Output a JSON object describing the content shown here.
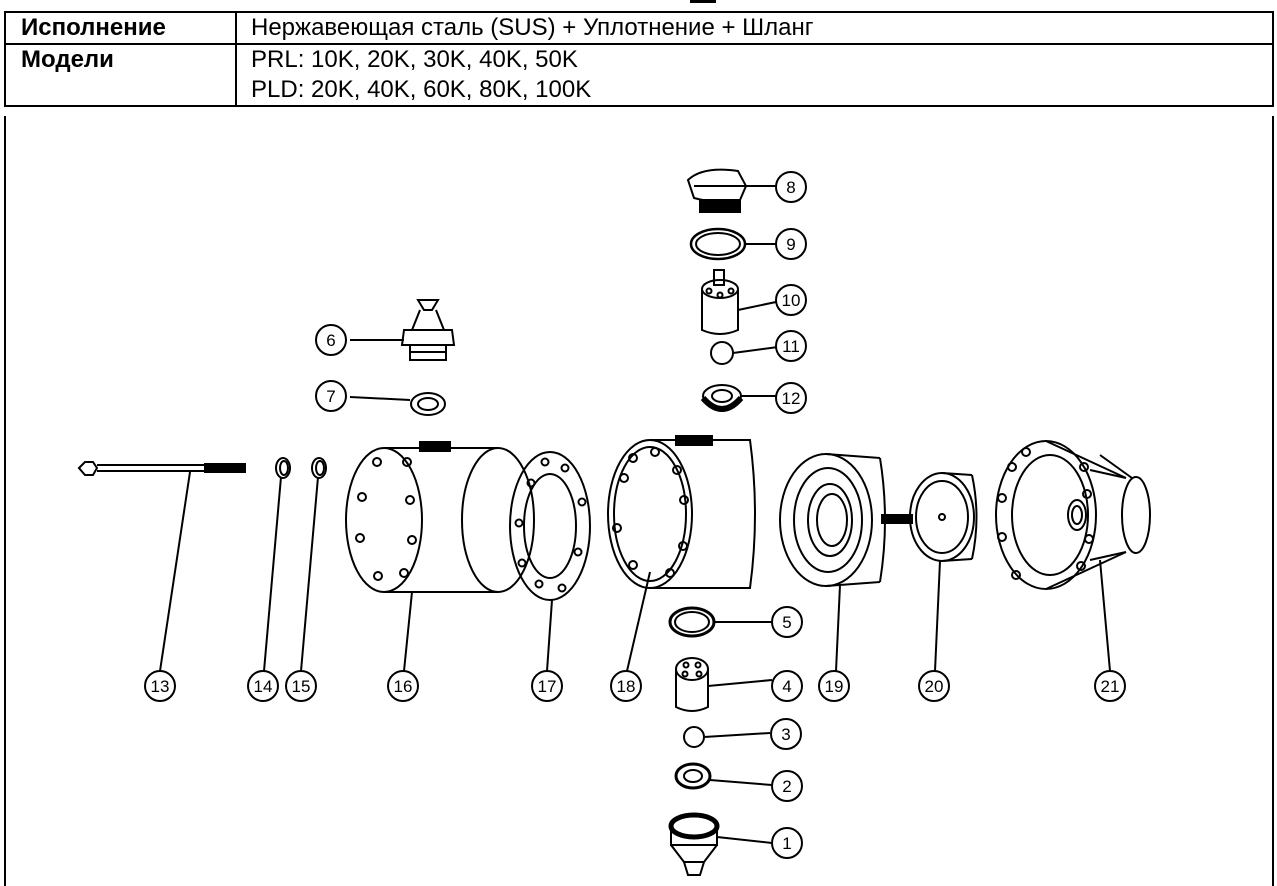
{
  "spec_table": {
    "rows": [
      {
        "label": "Исполнение",
        "lines": [
          "Нержавеющая сталь (SUS) + Уплотнение + Шланг"
        ]
      },
      {
        "label": "Модели",
        "lines": [
          "PRL: 10K, 20K, 30K, 40K, 50K",
          "PLD: 20K, 40K, 60K, 80K, 100K"
        ]
      }
    ]
  },
  "diagram": {
    "callouts": [
      "1",
      "2",
      "3",
      "4",
      "5",
      "6",
      "7",
      "8",
      "9",
      "10",
      "11",
      "12",
      "13",
      "14",
      "15",
      "16",
      "17",
      "18",
      "19",
      "20",
      "21"
    ]
  }
}
